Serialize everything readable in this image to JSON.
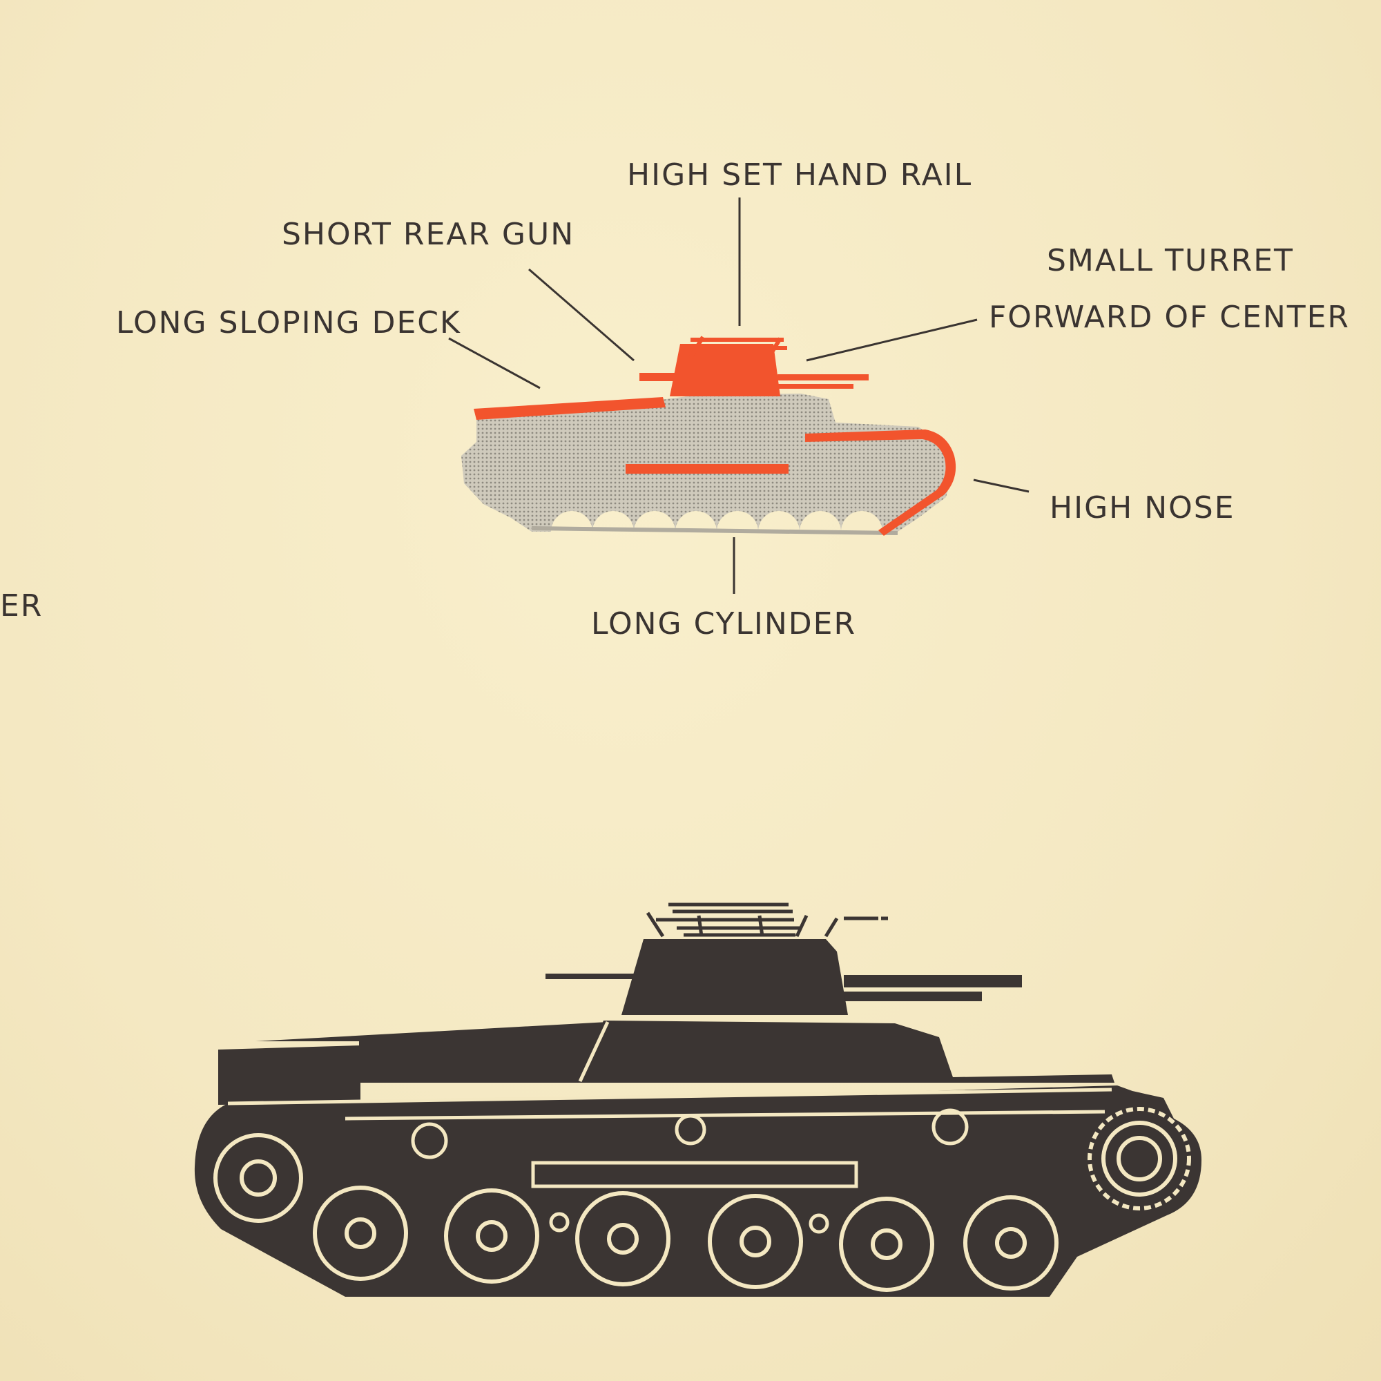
{
  "diagram": {
    "labels": {
      "hand_rail": "HIGH SET HAND RAIL",
      "rear_gun": "SHORT REAR GUN",
      "turret_1": "SMALL TURRET",
      "turret_2": "FORWARD OF CENTER",
      "deck": "LONG SLOPING DECK",
      "nose": "HIGH NOSE",
      "cylinder": "LONG CYLINDER",
      "cut_edge": "ER"
    },
    "colors": {
      "highlight": "#f2542d",
      "silhouette": "#3b3533",
      "shading": "#bdb8ab",
      "paper": "#f6ebc6"
    }
  }
}
